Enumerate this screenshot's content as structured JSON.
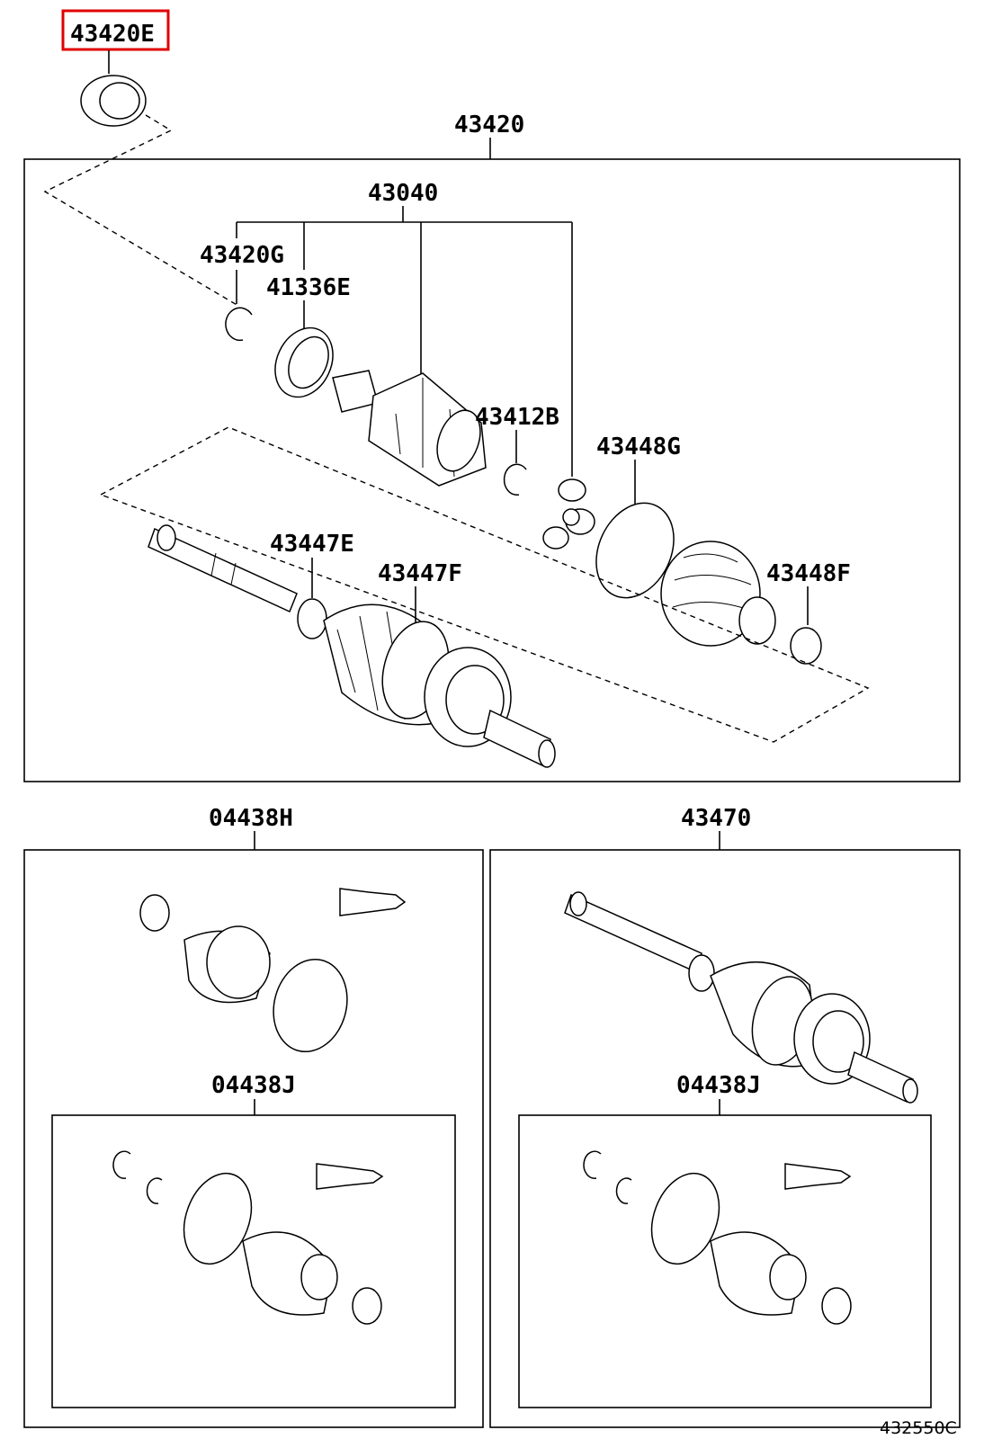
{
  "labels": {
    "highlighted_part": "43420E",
    "assembly_main": "43420",
    "inner_joint": "43040",
    "snap_ring_g": "43420G",
    "seal_e": "41336E",
    "snap_ring_b": "43412B",
    "clamp_g": "43448G",
    "clamp_e": "43447E",
    "clamp_f": "43447F",
    "clamp_small_f": "43448F",
    "boot_kit_h": "04438H",
    "boot_kit_j_left": "04438J",
    "shaft_assembly": "43470",
    "boot_kit_j_right": "04438J"
  },
  "figure_ref": "432550C",
  "colors": {
    "highlight": "#e00000",
    "line": "#000000"
  }
}
